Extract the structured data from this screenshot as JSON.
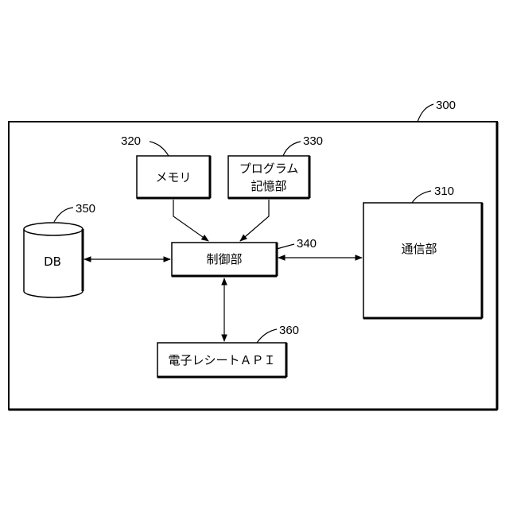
{
  "labels": {
    "outer_ref": "300",
    "memory_ref": "320",
    "memory": "メモリ",
    "program_ref": "330",
    "program_line1": "プログラム",
    "program_line2": "記憶部",
    "comm_ref": "310",
    "comm": "通信部",
    "db_ref": "350",
    "db": "DB",
    "control_ref": "340",
    "control": "制御部",
    "api_ref": "360",
    "api": "電子レシートＡＰＩ"
  }
}
